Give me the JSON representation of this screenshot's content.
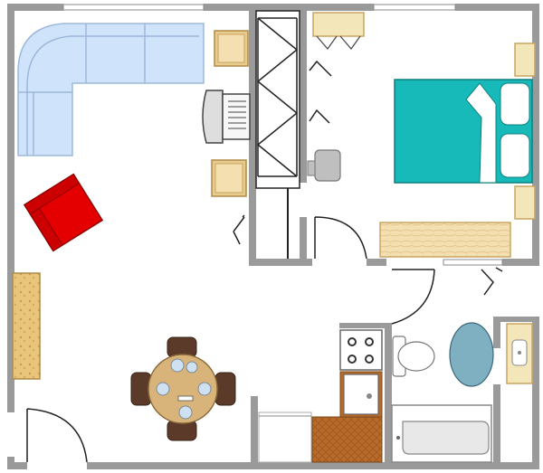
{
  "plan": {
    "colors": {
      "wall": "#9a9a9a",
      "wall_dark": "#8a8a8a",
      "sofa": "#cfe3fb",
      "sofa_line": "#9db8da",
      "wood": "#f3dfb0",
      "wood_dark": "#e8cc8c",
      "bed": "#17b9b9",
      "chair_red": "#e40000",
      "rug": "#b86a2a",
      "tub": "#e8e8e8",
      "oval": "#7fb0c2",
      "dining_chair": "#5b3a2a",
      "table": "#d8b47a"
    },
    "furniture": [
      "sofa-sectional",
      "end-table",
      "tv-set",
      "side-table",
      "armchair",
      "closet-bifold",
      "desk",
      "desk-chair",
      "bed",
      "nightstand",
      "dresser",
      "bookshelf",
      "dining-table",
      "dining-chairs",
      "stove",
      "sink",
      "kitchen-rug",
      "refrigerator",
      "toilet",
      "bathtub",
      "bath-rug",
      "vanity"
    ]
  }
}
